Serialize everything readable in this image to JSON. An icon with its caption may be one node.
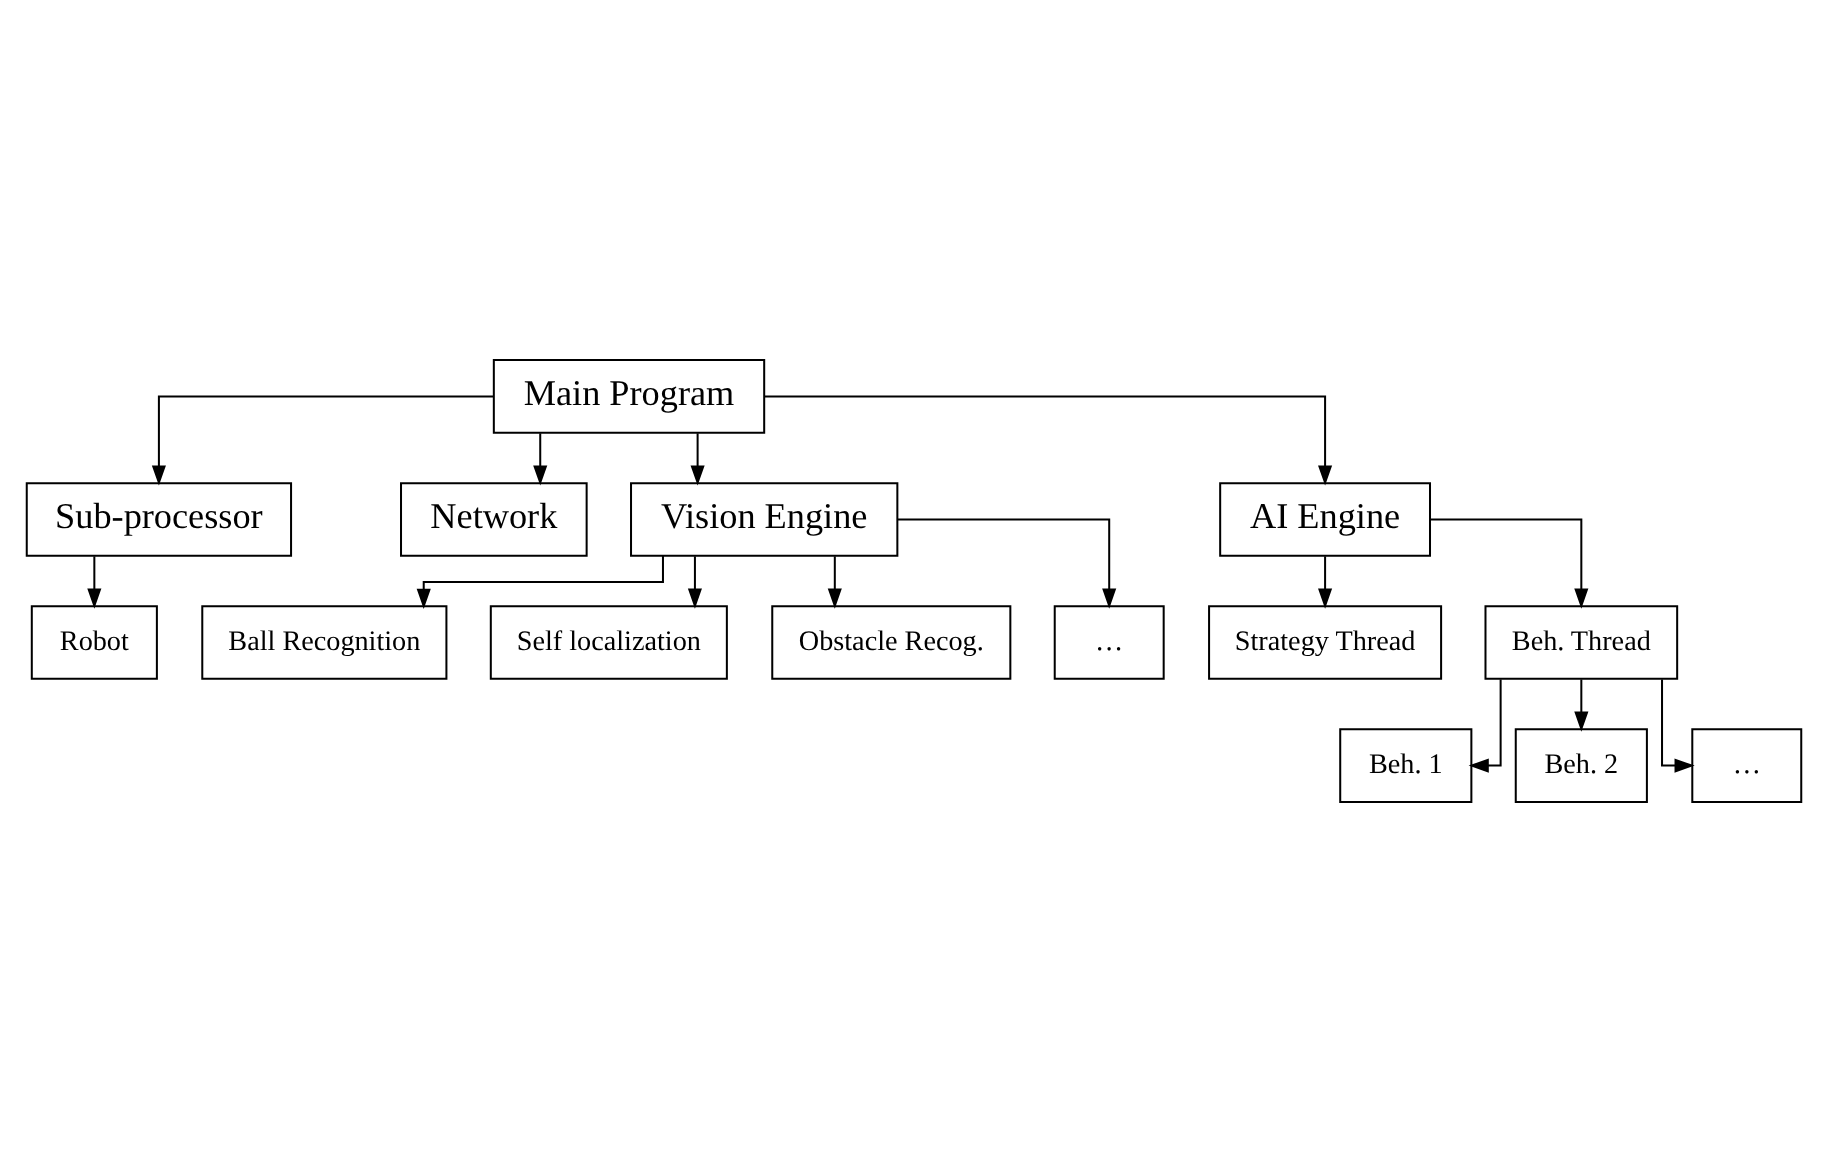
{
  "diagram": {
    "nodes": [
      {
        "text": [
          "Main Program"
        ]
      },
      {
        "text": [
          "Sub-processor"
        ]
      },
      {
        "text": [
          "Network"
        ]
      },
      {
        "text": [
          "Vision Engine"
        ]
      },
      {
        "text": [
          "AI Engine"
        ]
      },
      {
        "text": [
          "Robot"
        ]
      },
      {
        "text": [
          "Ball Recognition"
        ]
      },
      {
        "text": [
          "Self localization"
        ]
      },
      {
        "text": [
          "Obstacle Recog."
        ]
      },
      {
        "text": [
          "…"
        ]
      },
      {
        "text": [
          "Strategy Thread"
        ]
      },
      {
        "text": [
          "Beh. Thread"
        ]
      },
      {
        "text": [
          "Beh. 1"
        ]
      },
      {
        "text": [
          "Beh. 2"
        ]
      },
      {
        "text": [
          "…"
        ]
      }
    ],
    "edges": [
      {
        "from": 0,
        "to": 1,
        "arrow": "to"
      },
      {
        "from": 0,
        "to": 2,
        "arrow": "to"
      },
      {
        "from": 0,
        "to": 3,
        "arrow": "to"
      },
      {
        "from": 0,
        "to": 4,
        "arrow": "to"
      },
      {
        "from": 1,
        "to": 5,
        "arrow": "to"
      },
      {
        "from": 3,
        "to": 6,
        "arrow": "to"
      },
      {
        "from": 3,
        "to": 7,
        "arrow": "to"
      },
      {
        "from": 3,
        "to": 8,
        "arrow": "to"
      },
      {
        "from": 3,
        "to": 9,
        "arrow": "to"
      },
      {
        "from": 4,
        "to": 10,
        "arrow": "to"
      },
      {
        "from": 4,
        "to": 11,
        "arrow": "to"
      },
      {
        "from": 11,
        "to": 12,
        "arrow": "to"
      },
      {
        "from": 11,
        "to": 13,
        "arrow": "to"
      },
      {
        "from": 11,
        "to": 14,
        "arrow": "to"
      }
    ]
  }
}
